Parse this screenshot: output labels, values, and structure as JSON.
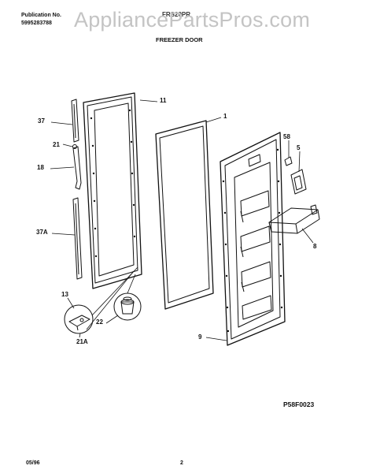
{
  "header": {
    "publication_label": "Publication No.",
    "publication_number": "5995283788",
    "model": "FRS20PR",
    "section_title": "FREEZER DOOR"
  },
  "watermark": "AppliancePartsPros.com",
  "callouts": {
    "c1": "1",
    "c5": "5",
    "c8": "8",
    "c9": "9",
    "c11": "11",
    "c13": "13",
    "c18": "18",
    "c21": "21",
    "c21a": "21A",
    "c22": "22",
    "c37": "37",
    "c37a": "37A",
    "c58": "58"
  },
  "diagram_code": "P58F0023",
  "footer": {
    "date": "05/96",
    "page": "2"
  }
}
